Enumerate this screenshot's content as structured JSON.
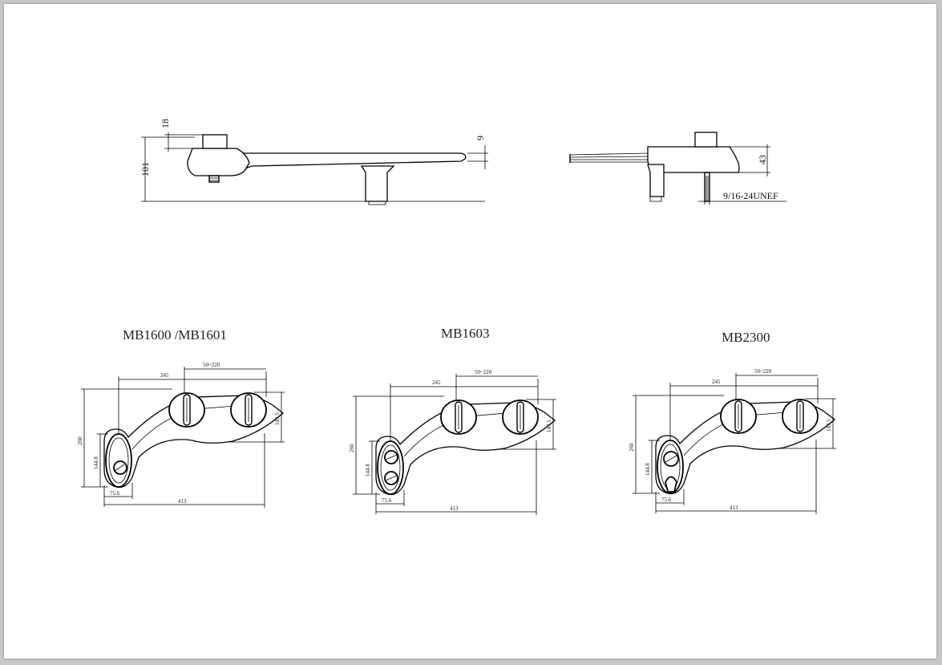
{
  "side_view": {
    "height_total": "101",
    "knob_height": "18",
    "blade_thickness": "9"
  },
  "rear_view": {
    "height": "43",
    "thread": "9/16-24UNEF"
  },
  "models": [
    {
      "title": "MB1600 /MB1601",
      "dim_245": "245",
      "dim_spacing": "50~220",
      "dim_260": "260",
      "dim_144": "144.8",
      "dim_143": "143.5",
      "dim_75": "75.6",
      "dim_413": "413"
    },
    {
      "title": "MB1603",
      "dim_245": "245",
      "dim_spacing": "50~220",
      "dim_260": "260",
      "dim_144": "144.8",
      "dim_143": "143.5",
      "dim_75": "75.6",
      "dim_413": "413"
    },
    {
      "title": "MB2300",
      "dim_245": "245",
      "dim_spacing": "50~220",
      "dim_260": "260",
      "dim_144": "144.8",
      "dim_143": "143.5",
      "dim_75": "75.6",
      "dim_413": "413"
    }
  ]
}
